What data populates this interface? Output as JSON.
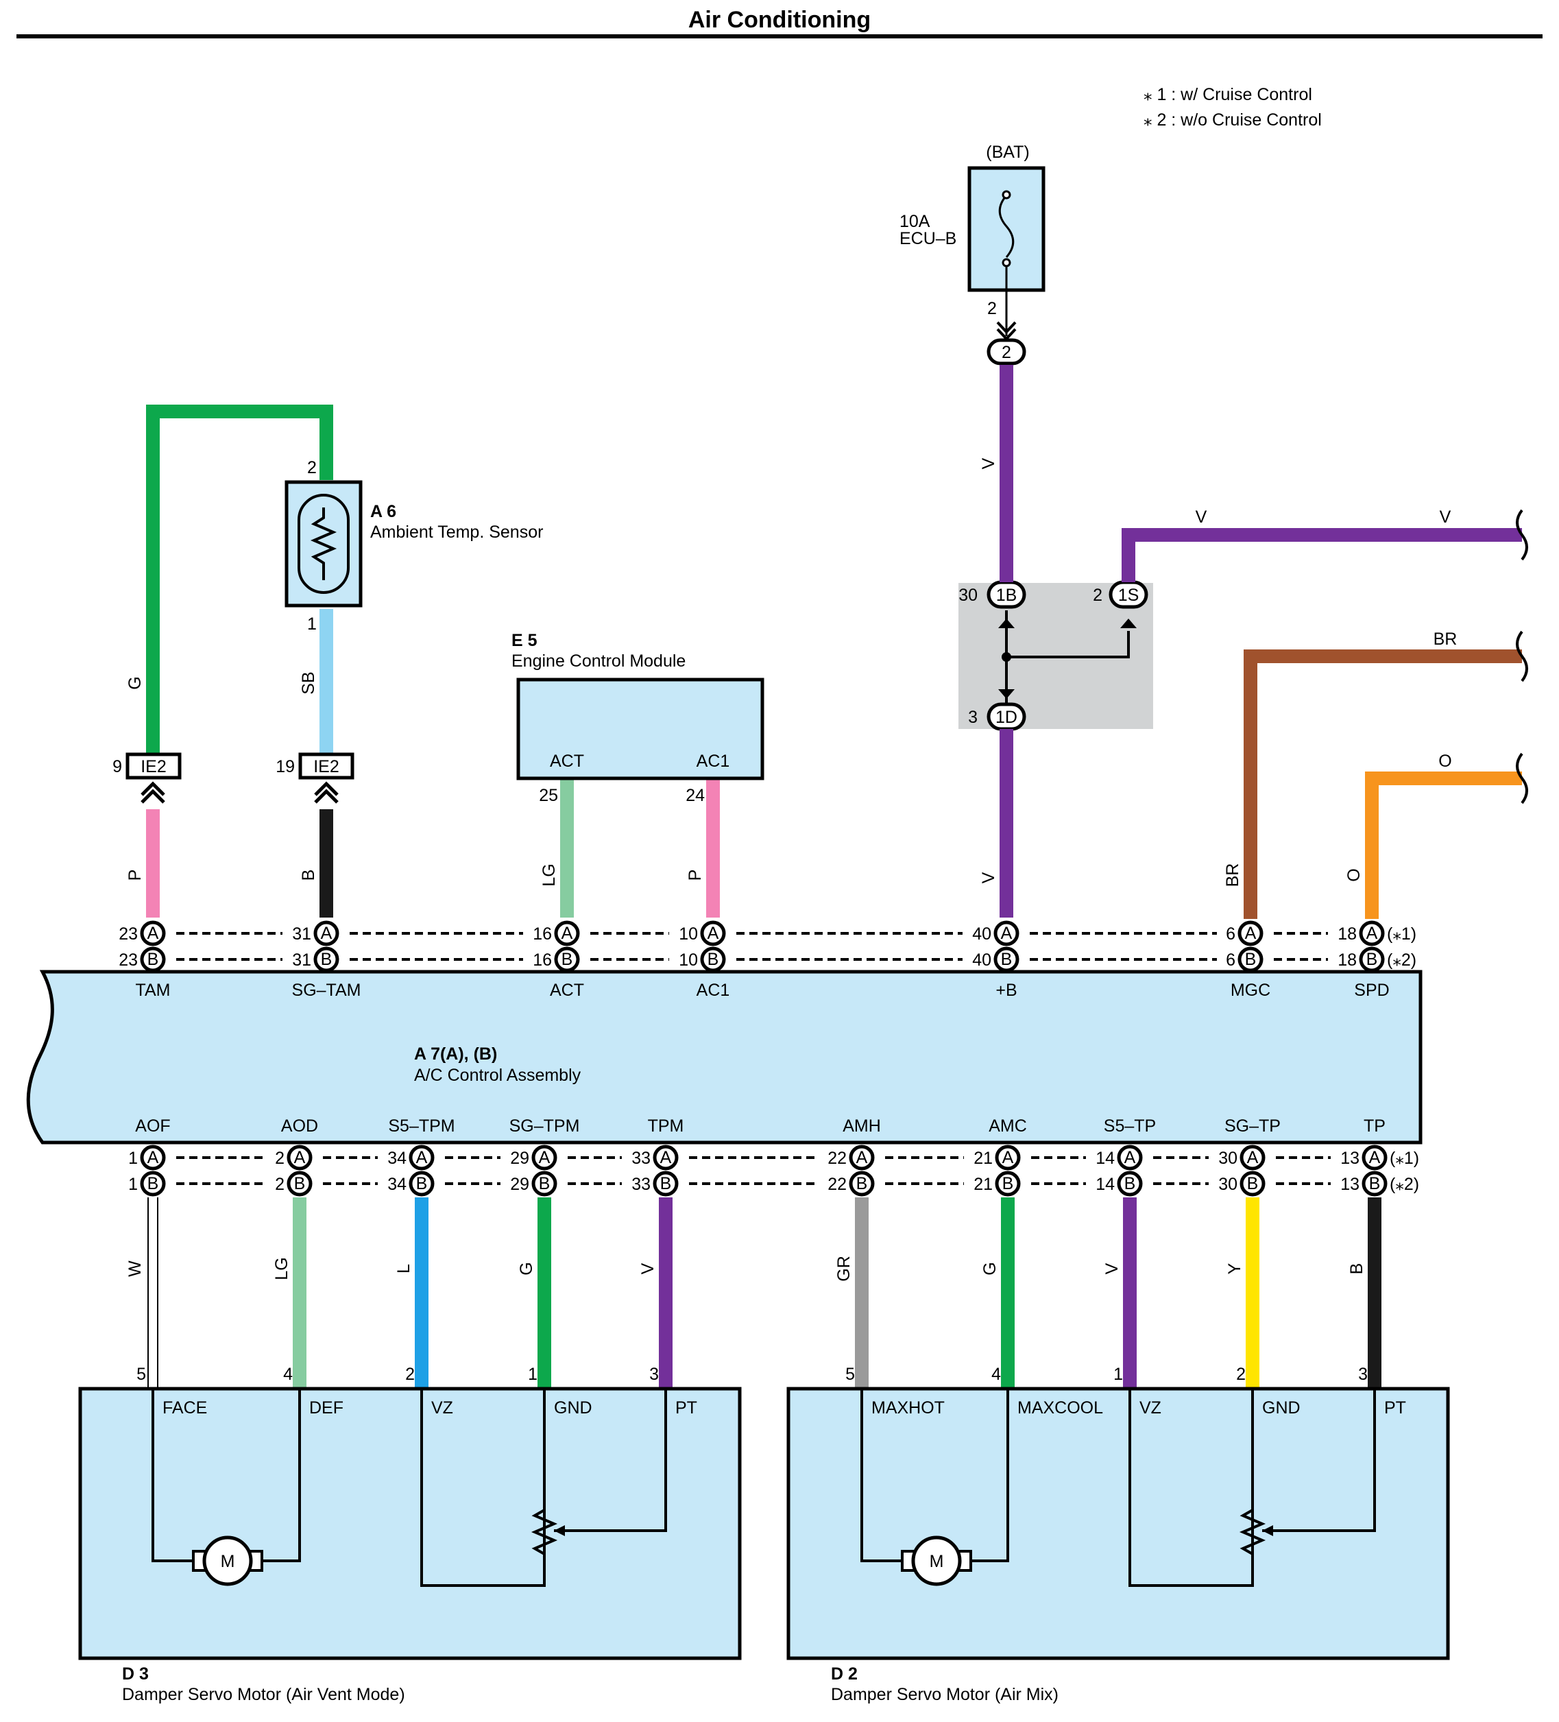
{
  "title": "Air Conditioning",
  "notes": [
    "⁎ 1 : w/ Cruise Control",
    "⁎ 2 : w/o Cruise Control"
  ],
  "fuse": {
    "source": "(BAT)",
    "rating": "10A",
    "name": "ECU–B",
    "pin": "2",
    "junction": "2"
  },
  "sensor": {
    "id": "A 6",
    "name": "Ambient Temp.  Sensor",
    "pin_top": "2",
    "pin_bottom": "1"
  },
  "ecm": {
    "id": "E 5",
    "name": "Engine Control Module",
    "t1": "ACT",
    "t2": "AC1",
    "p1": "25",
    "p2": "24"
  },
  "ie2": [
    {
      "pin": "9",
      "label": "IE2"
    },
    {
      "pin": "19",
      "label": "IE2"
    }
  ],
  "junction": {
    "c1": "1B",
    "c2": "1S",
    "c3": "1D",
    "p1": "30",
    "p2": "2",
    "p3": "3"
  },
  "assembly": {
    "id": "A 7(A), (B)",
    "name": "A/C Control Assembly"
  },
  "top_terminals": [
    {
      "name": "TAM",
      "pin": "23"
    },
    {
      "name": "SG–TAM",
      "pin": "31"
    },
    {
      "name": "ACT",
      "pin": "16"
    },
    {
      "name": "AC1",
      "pin": "10"
    },
    {
      "name": "+B",
      "pin": "40"
    },
    {
      "name": "MGC",
      "pin": "6"
    },
    {
      "name": "SPD",
      "pin": "18"
    }
  ],
  "bottom_terminals": [
    {
      "name": "AOF",
      "pin": "1"
    },
    {
      "name": "AOD",
      "pin": "2"
    },
    {
      "name": "S5–TPM",
      "pin": "34"
    },
    {
      "name": "SG–TPM",
      "pin": "29"
    },
    {
      "name": "TPM",
      "pin": "33"
    },
    {
      "name": "AMH",
      "pin": "22"
    },
    {
      "name": "AMC",
      "pin": "21"
    },
    {
      "name": "S5–TP",
      "pin": "14"
    },
    {
      "name": "SG–TP",
      "pin": "30"
    },
    {
      "name": "TP",
      "pin": "13"
    }
  ],
  "connector_letters": {
    "a": "A",
    "b": "B"
  },
  "variant_marks": [
    "(⁎1)",
    "(⁎2)"
  ],
  "wire_colors": {
    "top": [
      "G",
      "SB",
      "P",
      "B",
      "LG",
      "P",
      "V",
      "V",
      "BR",
      "O",
      "V",
      "V",
      "BR",
      "O"
    ],
    "bottom": [
      "W",
      "LG",
      "L",
      "G",
      "V",
      "GR",
      "G",
      "V",
      "Y",
      "B"
    ]
  },
  "wire_hex": {
    "G": "#0da84c",
    "SB": "#8ed4f2",
    "P": "#f383b5",
    "B": "#1a1a1a",
    "LG": "#86cca0",
    "V": "#73309a",
    "BR": "#a0522d",
    "O": "#f7941d",
    "W": "#ffffff",
    "L": "#1ea0e6",
    "GR": "#9a9a9a",
    "Y": "#ffe500"
  },
  "motor_label": "M",
  "servo1": {
    "id": "D 3",
    "name": "Damper Servo Motor (Air Vent Mode)",
    "pins": [
      "5",
      "4",
      "2",
      "1",
      "3"
    ],
    "terms": [
      "FACE",
      "DEF",
      "VZ",
      "GND",
      "PT"
    ]
  },
  "servo2": {
    "id": "D 2",
    "name": "Damper Servo Motor (Air Mix)",
    "pins": [
      "5",
      "4",
      "1",
      "2",
      "3"
    ],
    "terms": [
      "MAXHOT",
      "MAXCOOL",
      "VZ",
      "GND",
      "PT"
    ]
  }
}
